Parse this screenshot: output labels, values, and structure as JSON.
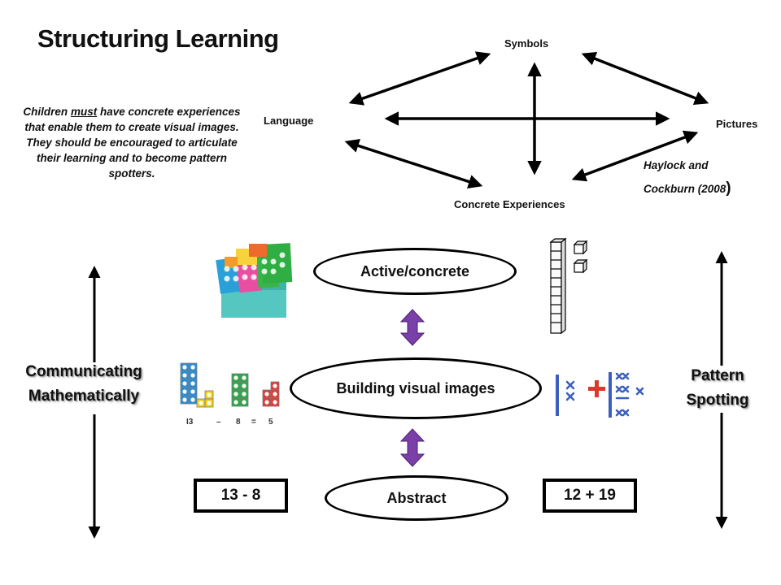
{
  "title": "Structuring Learning",
  "quote": {
    "part1": "Children ",
    "emphasis": "must",
    "part2": " have concrete experiences that enable them to create visual images. They should be encouraged to articulate their learning and to become pattern spotters."
  },
  "nodes": {
    "symbols": "Symbols",
    "language": "Language",
    "pictures": "Pictures",
    "concrete": "Concrete Experiences"
  },
  "citation": {
    "line1": "Haylock and",
    "line2": "Cockburn (2008",
    "close": ")"
  },
  "stages": {
    "active": "Active/concrete",
    "visual": "Building visual images",
    "abstract": "Abstract"
  },
  "examples": {
    "left": "13 - 8",
    "right": "12 + 19"
  },
  "number_line_labels": [
    "I3",
    "–",
    "8",
    "=",
    "5"
  ],
  "sides": {
    "left_line1": "Communicating",
    "left_line2": "Mathematically",
    "right_line1": "Pattern",
    "right_line2": "Spotting"
  },
  "colors": {
    "purple_arrow": "#7b3fa8",
    "dienes_blue": "#3b5fbf",
    "plus_red": "#d93a2b",
    "numicon_blue": "#2a8fd8",
    "numicon_yellow": "#f2d21a",
    "numicon_green": "#2da84a",
    "numicon_red": "#e53935"
  }
}
